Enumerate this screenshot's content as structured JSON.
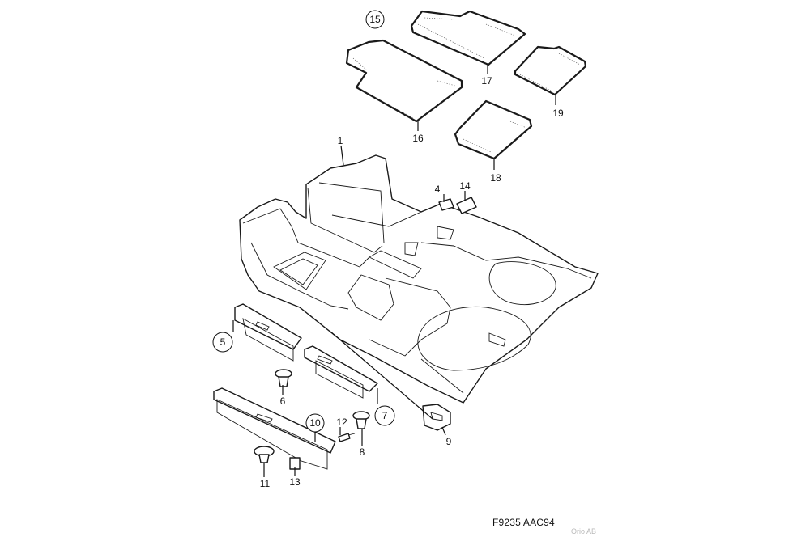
{
  "callouts": {
    "c1": "1",
    "c4": "4",
    "c5": "5",
    "c6": "6",
    "c7": "7",
    "c8": "8",
    "c9": "9",
    "c10": "10",
    "c11": "11",
    "c12": "12",
    "c13": "13",
    "c14": "14",
    "c15": "15",
    "c16": "16",
    "c17": "17",
    "c18": "18",
    "c19": "19"
  },
  "document_code": "F9235 AAC94",
  "watermark": "Orio AB"
}
